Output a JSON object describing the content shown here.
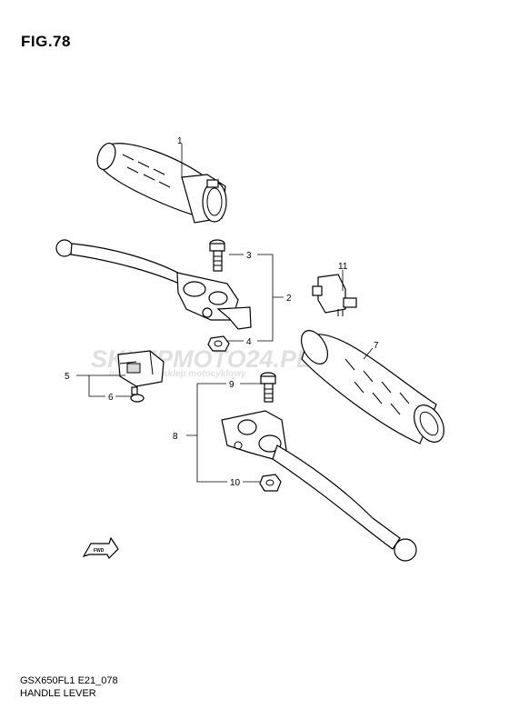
{
  "header": {
    "fig_title": "FIG.78"
  },
  "footer": {
    "model_code": "GSX650FL1 E21_078",
    "subtitle": "HANDLE LEVER"
  },
  "callouts": {
    "c1": "1",
    "c2": "2",
    "c3": "3",
    "c4": "4",
    "c5": "5",
    "c6": "6",
    "c7": "7",
    "c8": "8",
    "c9": "9",
    "c10": "10",
    "c11": "11"
  },
  "watermark": {
    "brand": "SKLEPMOTO24.PL",
    "tagline": "internetowy sklep motocyklowy"
  },
  "fwd_mark": "FWD",
  "colors": {
    "line": "#000000",
    "background": "#ffffff",
    "watermark": "#c8c8c8"
  }
}
